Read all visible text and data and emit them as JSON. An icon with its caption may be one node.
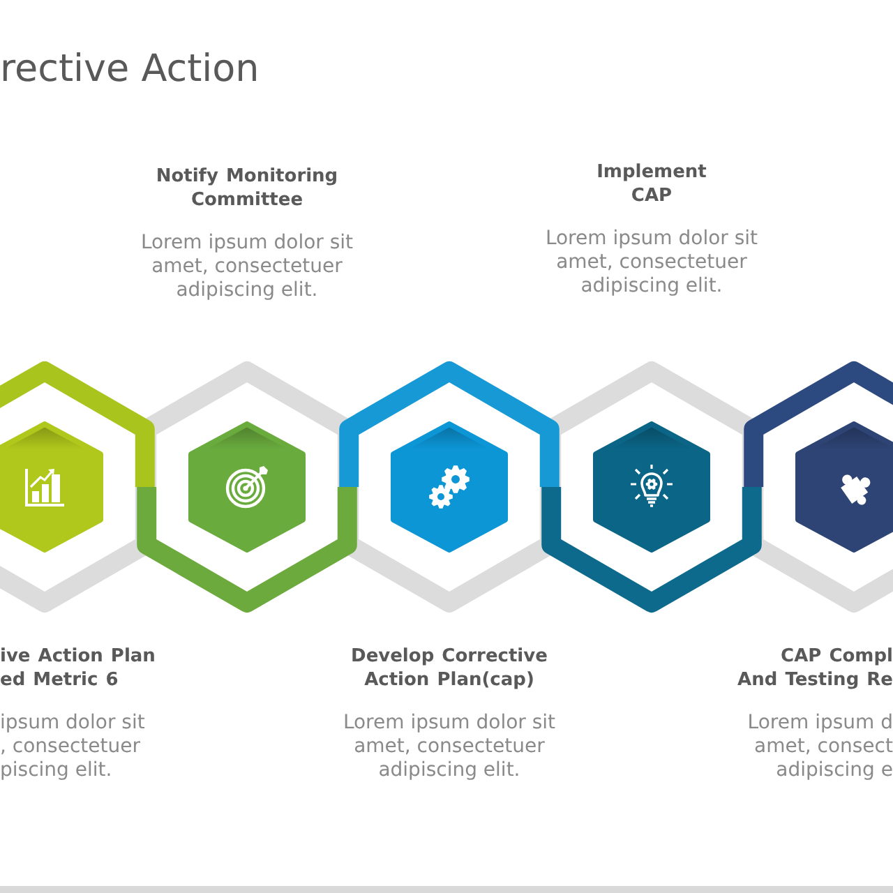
{
  "diagram": {
    "title": "rective Action",
    "nodes": [
      {
        "text": [],
        "shape": "hexagon",
        "beside": [
          "ive Action Plan ed Metric 6",
          "ipsum dolor sit , consectetuer piscing elit."
        ]
      },
      {
        "text": [],
        "shape": "hexagon",
        "beside": [
          "Notify Monitoring Committee",
          "Lorem ipsum dolor sit amet, consectetuer adipiscing elit."
        ]
      },
      {
        "text": [],
        "shape": "hexagon",
        "beside": [
          "Develop Corrective Action Plan(cap)",
          "Lorem ipsum dolor sit amet, consectetuer adipiscing elit."
        ]
      },
      {
        "text": [],
        "shape": "hexagon",
        "beside": [
          "Implement CAP",
          "Lorem ipsum dolor sit amet, consectetuer adipiscing elit."
        ]
      },
      {
        "text": [],
        "shape": "hexagon",
        "beside": [
          "CAP Compl And Testing Re",
          "Lorem ipsum d amet, consect adipiscing e"
        ]
      }
    ]
  }
}
